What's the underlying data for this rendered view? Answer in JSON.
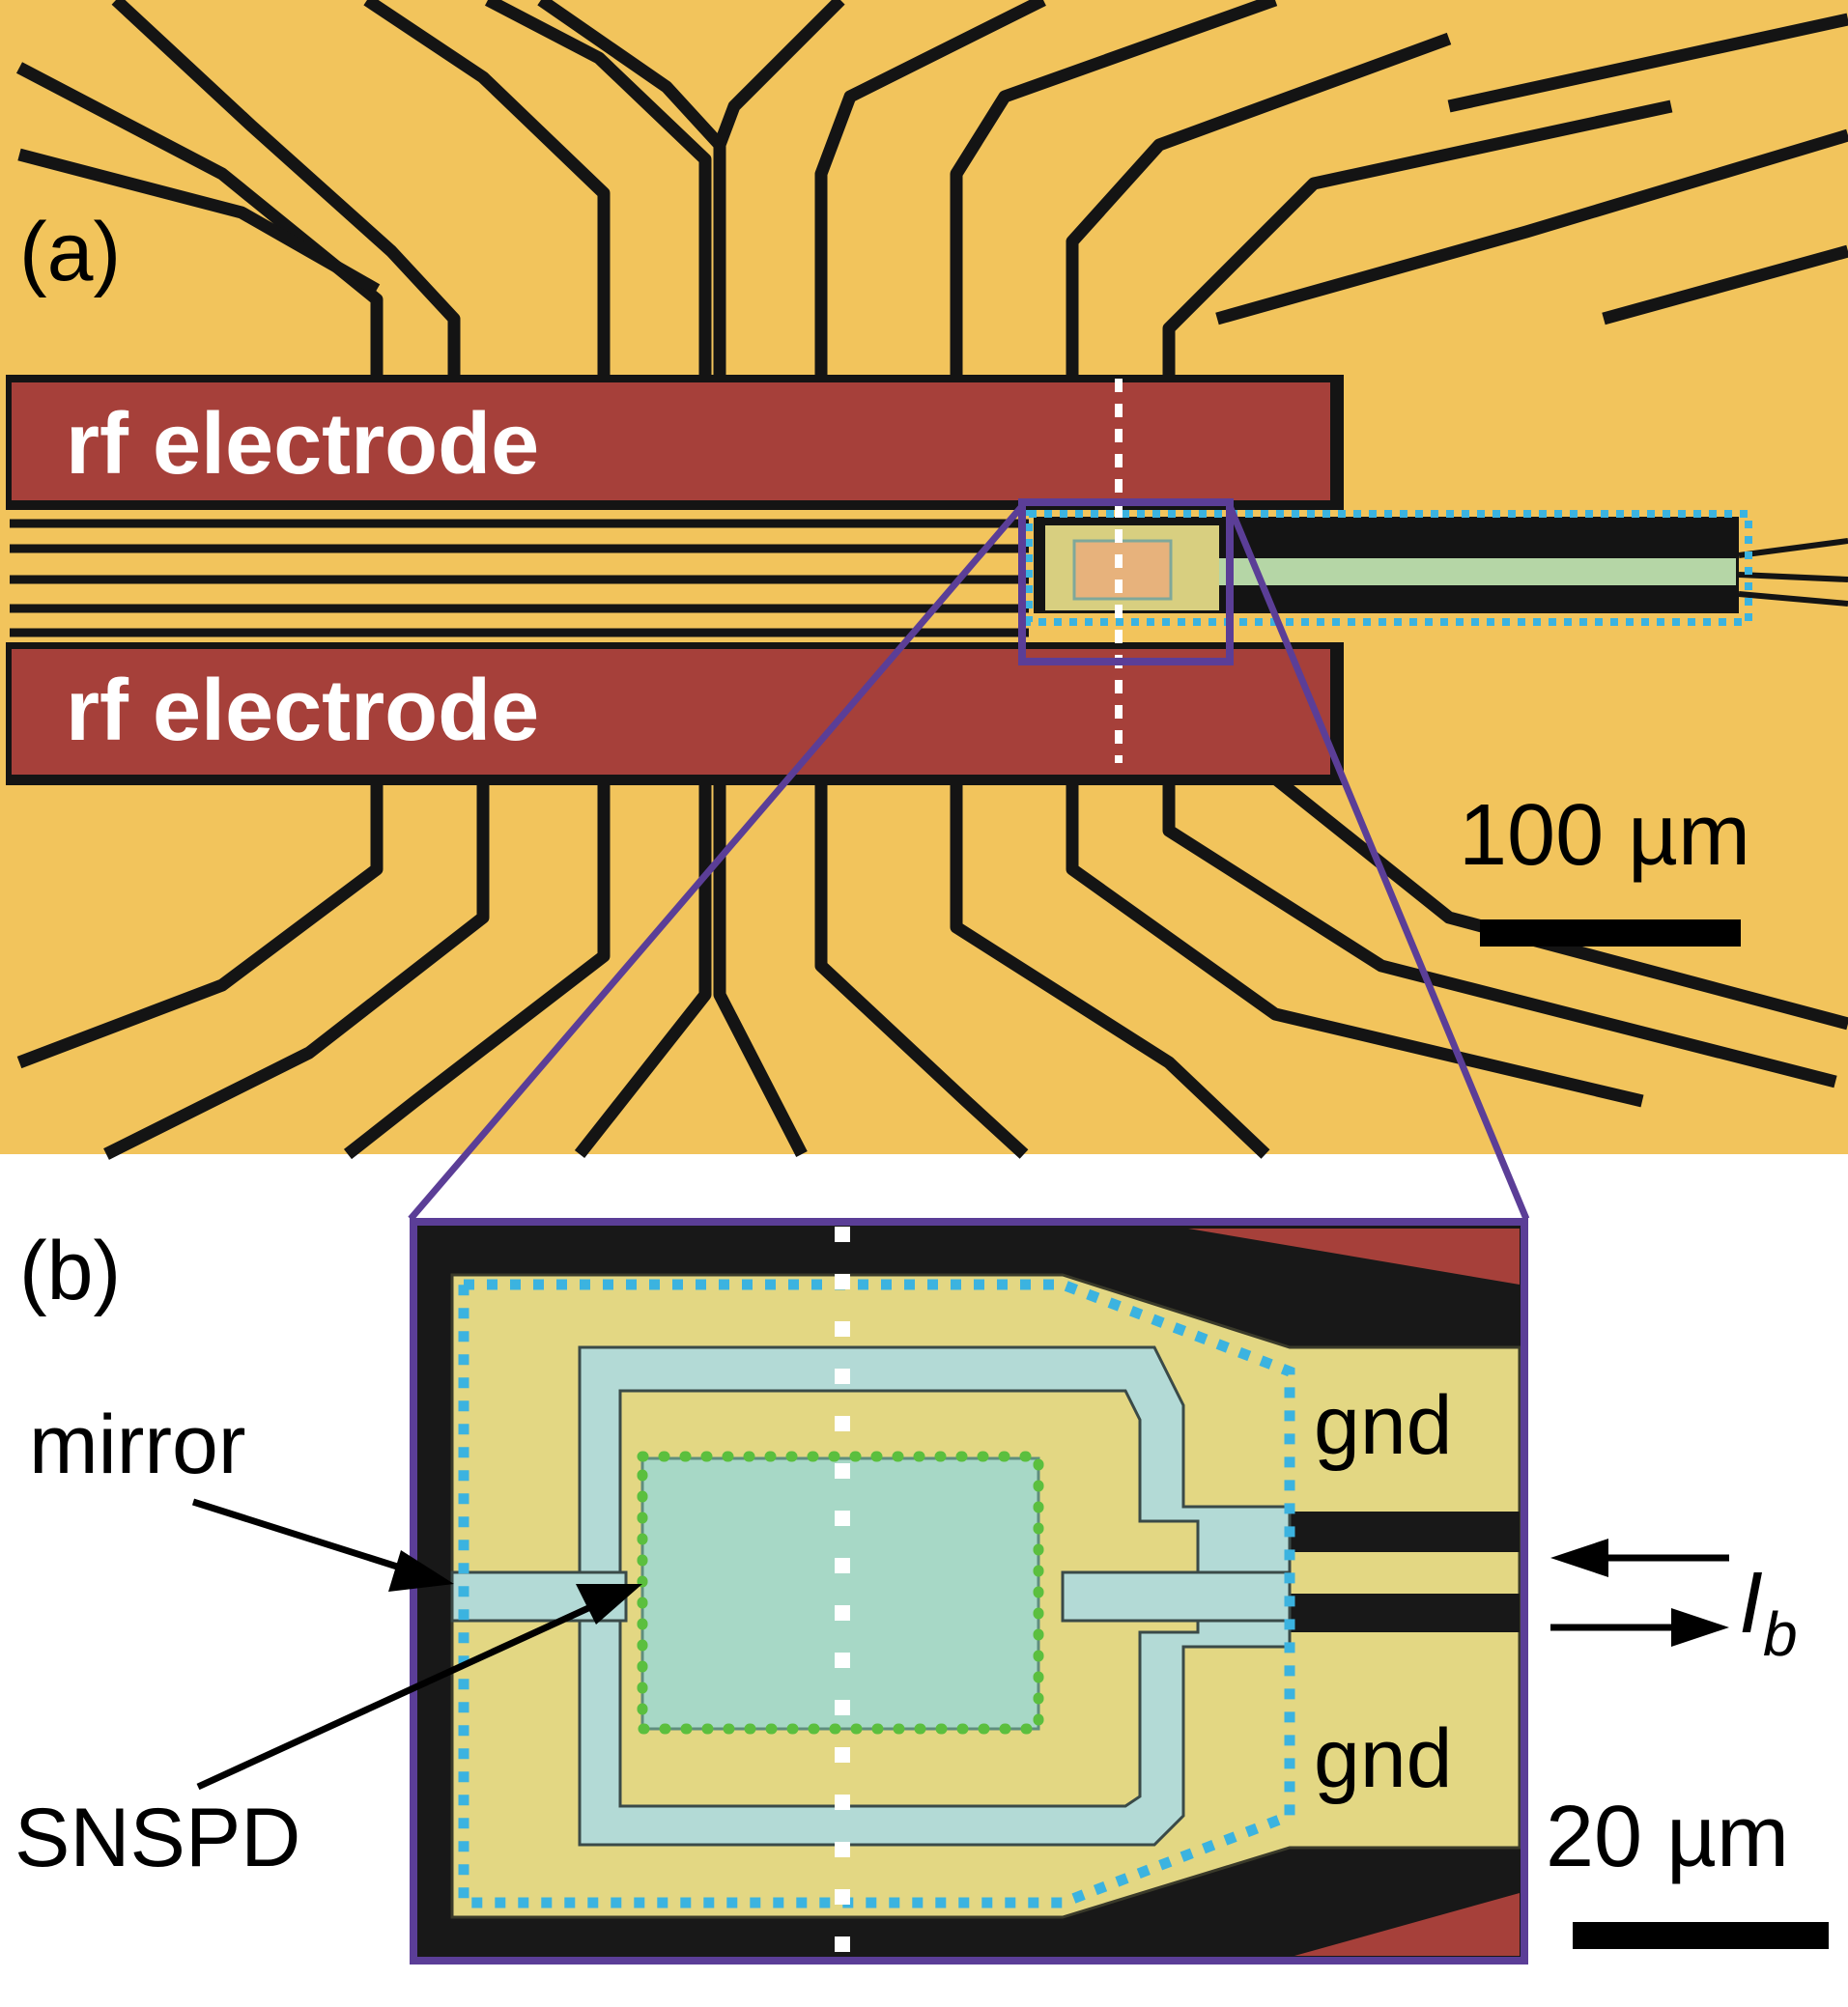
{
  "panel_a": {
    "label": "(a)",
    "rf_top": "rf electrode",
    "rf_bottom": "rf electrode",
    "scale": "100 µm"
  },
  "panel_b": {
    "label": "(b)",
    "gnd_top": "gnd",
    "gnd_bottom": "gnd",
    "mirror": "mirror",
    "snspd": "SNSPD",
    "bias_main": "I",
    "bias_sub": "b",
    "scale": "20 µm"
  },
  "colors": {
    "gold": "#F2C45C",
    "rf": "#A6403A",
    "gap": "#141414",
    "zoom_frame": "#5B3E97",
    "outline_dots": "#3BB3E0",
    "snspd_dots": "#5BBF3E",
    "chip_yellow": "#E3D783",
    "chip_cyan": "#B3DAD6",
    "snspd_fill": "#A7D8C6"
  }
}
